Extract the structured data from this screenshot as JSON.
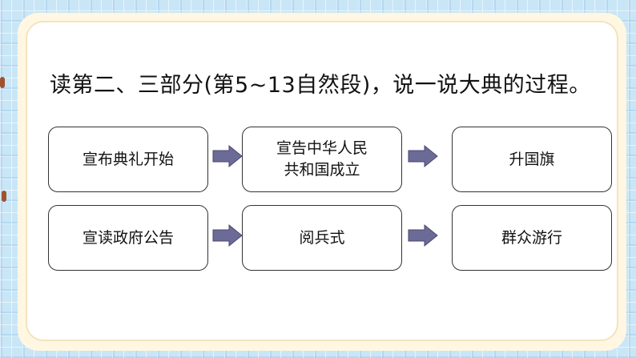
{
  "title": "读第二、三部分(第5~13自然段)，说一说大典的过程。",
  "colors": {
    "arrow": "#6c6a96",
    "arrow_stroke": "#4a4870"
  },
  "flow": {
    "row1": [
      {
        "label": "宣布典礼开始"
      },
      {
        "label": "宣告中华人民\n共和国成立"
      },
      {
        "label": "升国旗"
      }
    ],
    "row2": [
      {
        "label": "宣读政府公告"
      },
      {
        "label": "阅兵式"
      },
      {
        "label": "群众游行"
      }
    ]
  }
}
